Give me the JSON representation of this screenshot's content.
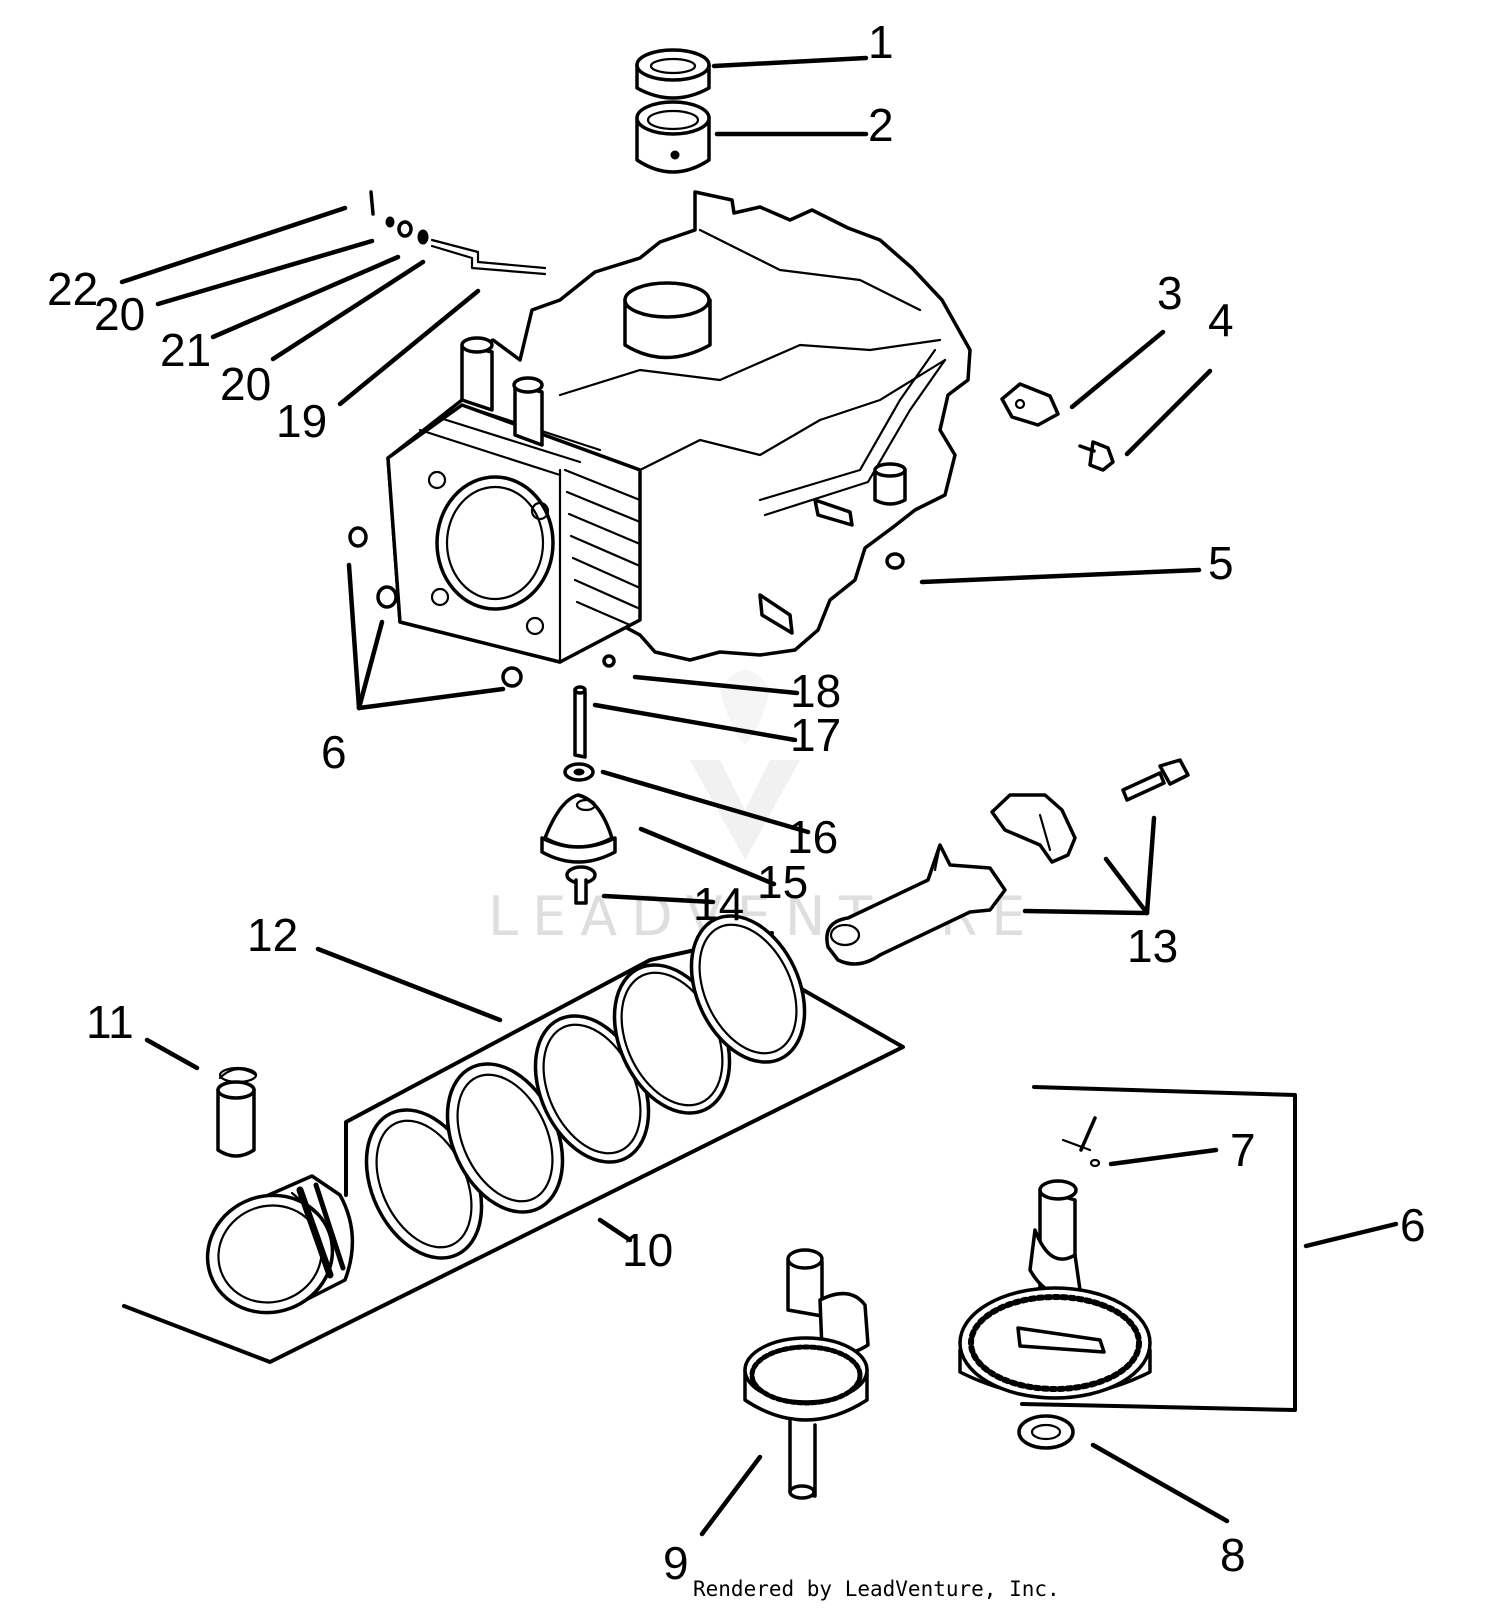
{
  "callouts": [
    {
      "id": "c1",
      "label": "1"
    },
    {
      "id": "c2",
      "label": "2"
    },
    {
      "id": "c3",
      "label": "3"
    },
    {
      "id": "c4",
      "label": "4"
    },
    {
      "id": "c5",
      "label": "5"
    },
    {
      "id": "c6a",
      "label": "6"
    },
    {
      "id": "c6b",
      "label": "6"
    },
    {
      "id": "c7",
      "label": "7"
    },
    {
      "id": "c8",
      "label": "8"
    },
    {
      "id": "c9",
      "label": "9"
    },
    {
      "id": "c10",
      "label": "10"
    },
    {
      "id": "c11",
      "label": "11"
    },
    {
      "id": "c12",
      "label": "12"
    },
    {
      "id": "c13",
      "label": "13"
    },
    {
      "id": "c14",
      "label": "14"
    },
    {
      "id": "c15",
      "label": "15"
    },
    {
      "id": "c16",
      "label": "16"
    },
    {
      "id": "c17",
      "label": "17"
    },
    {
      "id": "c18",
      "label": "18"
    },
    {
      "id": "c19",
      "label": "19"
    },
    {
      "id": "c20a",
      "label": "20"
    },
    {
      "id": "c20b",
      "label": "20"
    },
    {
      "id": "c21",
      "label": "21"
    },
    {
      "id": "c22",
      "label": "22"
    }
  ],
  "watermark_text": "LEADVENTURE",
  "credit_text": "Rendered by LeadVenture, Inc."
}
